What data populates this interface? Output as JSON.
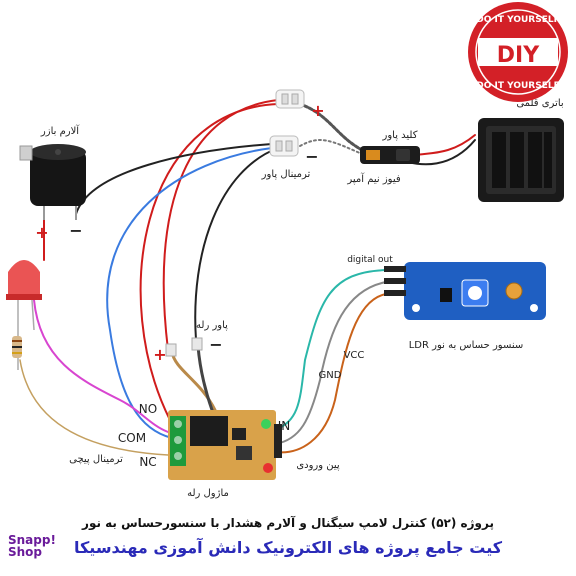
{
  "badge": {
    "top_text": "DO IT YOURSELF",
    "center_text": "DIY",
    "bottom_text": "DO IT YOURSELF"
  },
  "labels": {
    "battery": "باتری قلمی",
    "power_switch": "کلید پاور",
    "fuse": "فیوز نیم آمپر",
    "power_terminal": "ترمینال پاور",
    "buzzer_alarm": "آلارم بازر",
    "relay_power": "پاور رله",
    "ldr_sensor": "سنسور حساس به نور LDR",
    "digital_out": "digital out",
    "gnd": "GND",
    "vcc": "VCC",
    "input_pin": "پین ورودی",
    "screw_terminal": "ترمینال پیچی",
    "relay_module": "ماژول رله",
    "no": "NO",
    "com": "COM",
    "nc": "NC",
    "in": "IN",
    "plus": "+",
    "minus": "−"
  },
  "footer": {
    "title": "پروژه (۵۲) کنترل لامپ سیگنال و آلارم هشدار با سنسورحساس به نور",
    "subtitle": "کیت جامع پروژه های الکترونیک دانش آموزی مهندسیکا",
    "shop_line1": "Snapp!",
    "shop_line2": "Shop"
  },
  "colors": {
    "badge_red": "#d32027",
    "wire_red": "#d01c1c",
    "wire_black": "#222222",
    "wire_blue": "#3a7be0",
    "wire_pink": "#d845d0",
    "wire_teal": "#2ab7a9",
    "wire_orange": "#c9621a",
    "sensor_blue": "#1f5fc2",
    "relay_board": "#d9a24a",
    "subtitle_blue": "#2a2ab8"
  }
}
